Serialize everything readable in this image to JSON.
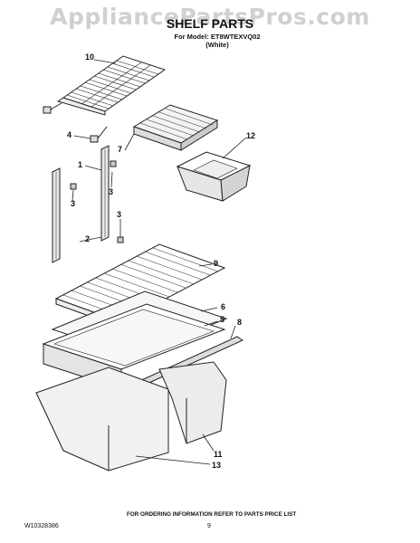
{
  "watermark": "AppliancePartsPros.com",
  "header": {
    "title": "SHELF PARTS",
    "model_line": "For Model: ET8WTEXVQ02",
    "color_line": "(White)"
  },
  "callouts": {
    "c10": "10",
    "c4": "4",
    "c7": "7",
    "c12": "12",
    "c1": "1",
    "c3a": "3",
    "c3b": "3",
    "c3c": "3",
    "c2": "2",
    "c9": "9",
    "c6": "6",
    "c5": "5",
    "c8": "8",
    "c11": "11",
    "c13": "13"
  },
  "footer": {
    "doc_number": "W10328386",
    "page_number": "9",
    "ordering_note": "FOR ORDERING INFORMATION REFER TO PARTS PRICE LIST"
  }
}
